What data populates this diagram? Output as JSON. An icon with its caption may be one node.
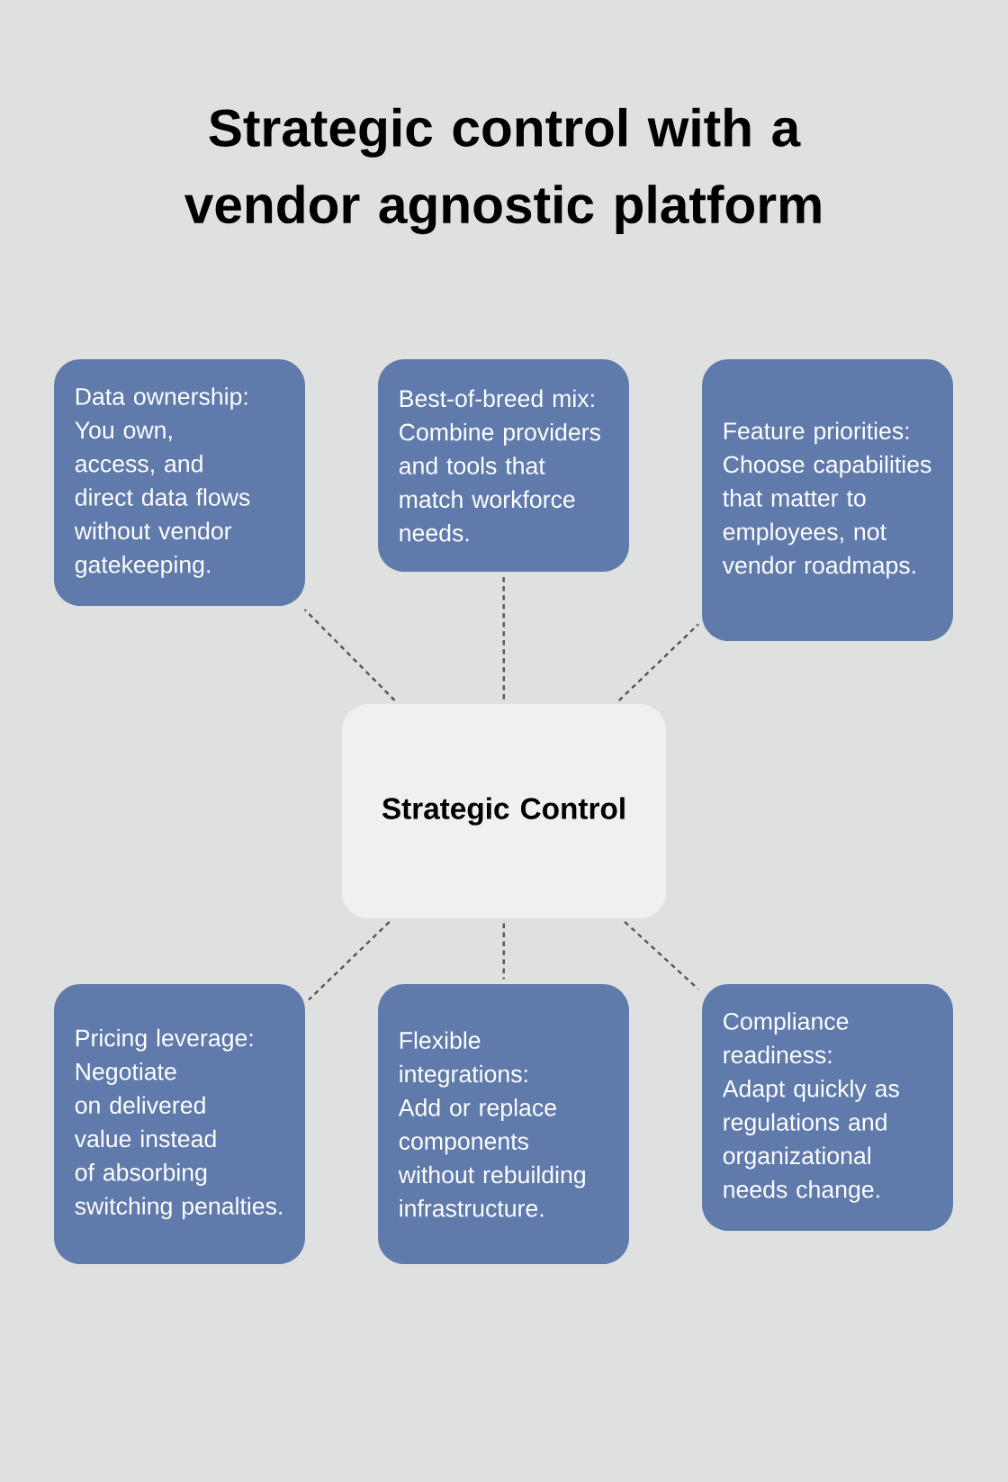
{
  "diagram": {
    "title": "Strategic control with a vendor agnostic platform",
    "nodes": [
      {
        "text": [
          "Data ownership: You own, access, and direct data flows without vendor gatekeeping."
        ]
      },
      {
        "text": [
          "Best-of-breed mix: Combine providers and tools that match workforce needs."
        ]
      },
      {
        "text": [
          "Feature priorities: Choose capabilities that matter to employees, not vendor roadmaps."
        ]
      },
      {
        "text": [
          "Strategic Control"
        ]
      },
      {
        "text": [
          "Pricing leverage: Negotiate on delivered value instead of absorbing switching penalties."
        ]
      },
      {
        "text": [
          "Flexible integrations: Add or replace components without rebuilding infrastructure."
        ]
      },
      {
        "text": [
          "Compliance readiness: Adapt quickly as regulations and organizational needs change."
        ]
      }
    ],
    "edges": [
      {
        "from": 3,
        "to": 0,
        "arrow": "none",
        "style": "dashed"
      },
      {
        "from": 3,
        "to": 1,
        "arrow": "none",
        "style": "dashed"
      },
      {
        "from": 3,
        "to": 2,
        "arrow": "none",
        "style": "dashed"
      },
      {
        "from": 3,
        "to": 4,
        "arrow": "none",
        "style": "dashed"
      },
      {
        "from": 3,
        "to": 5,
        "arrow": "none",
        "style": "dashed"
      },
      {
        "from": 3,
        "to": 6,
        "arrow": "none",
        "style": "dashed"
      }
    ]
  }
}
